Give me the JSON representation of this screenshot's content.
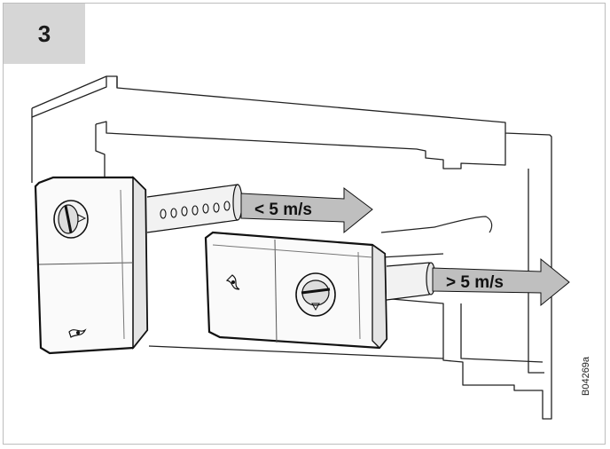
{
  "step": {
    "number": "3"
  },
  "airflow": {
    "low_label": "< 5 m/s",
    "high_label": "> 5 m/s"
  },
  "reference_code": "B04269a",
  "colors": {
    "frame_border": "#bdbdbd",
    "step_box": "#d6d6d6",
    "arrow_fill": "#bfbfbf",
    "line": "#222222"
  }
}
